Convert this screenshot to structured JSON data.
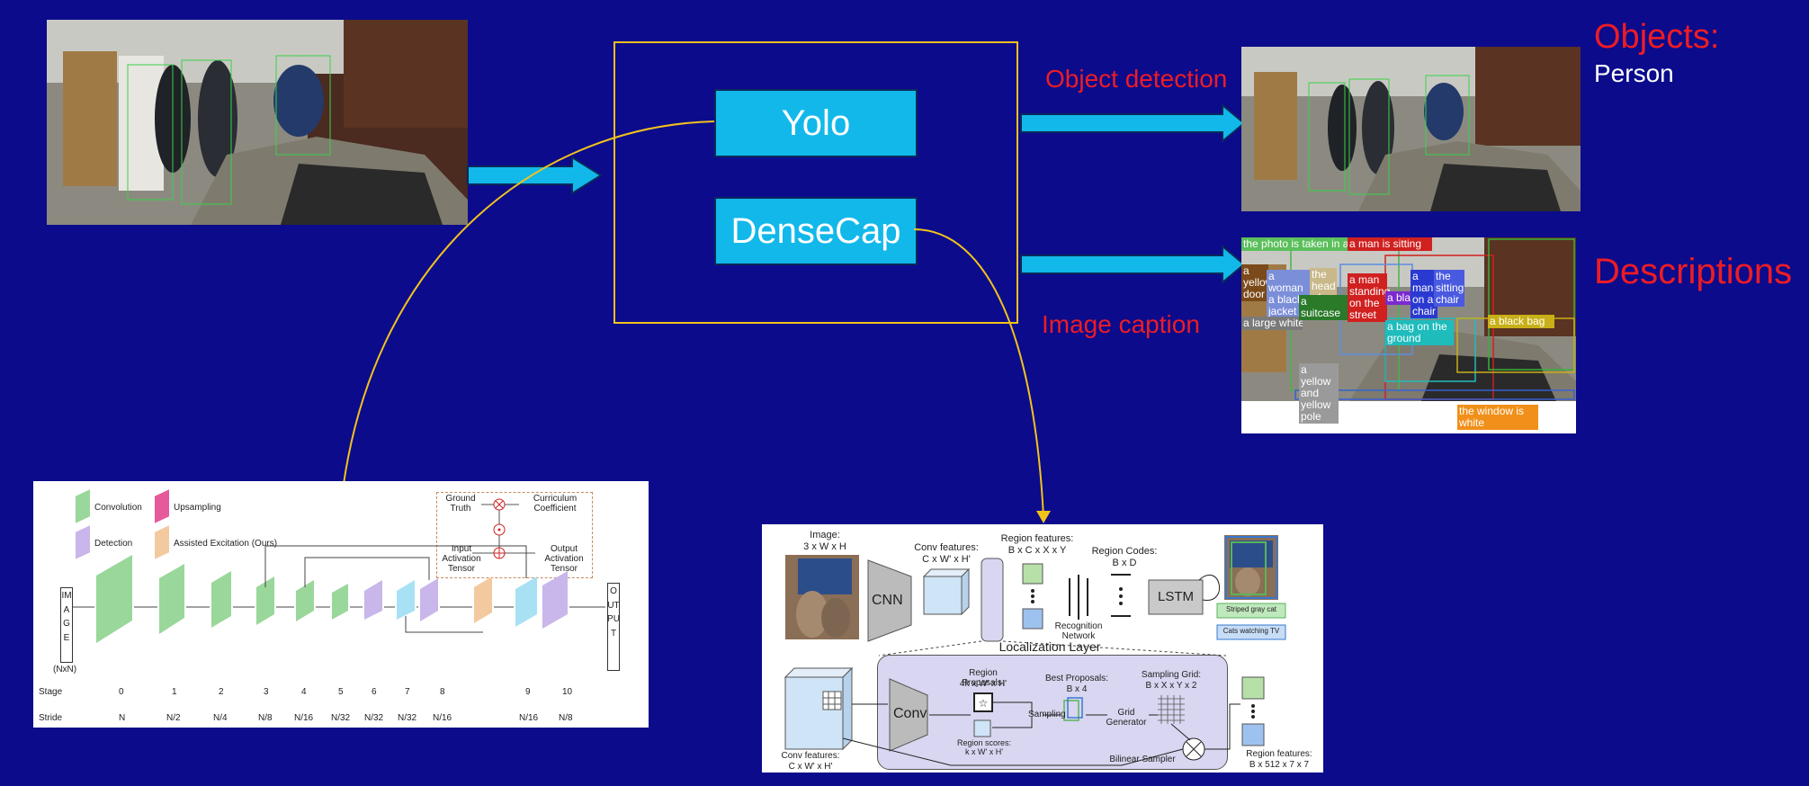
{
  "models": {
    "yolo": "Yolo",
    "densecap": "DenseCap"
  },
  "labels": {
    "object_detection": "Object detection",
    "image_caption": "Image caption",
    "objects_heading": "Objects:",
    "objects_value": "Person",
    "descriptions": "Descriptions"
  },
  "captions": [
    "the photo is taken in a",
    "a man is sitting",
    "a yellow door",
    "a woman a black jacket",
    "the head of a person",
    "a large white",
    "a suitcase",
    "a man standing on the street",
    "a black bag",
    "a man on a chair",
    "the sitting chair",
    "a black bag",
    "a bag on the ground",
    "a yellow and yellow pole",
    "the window is white"
  ],
  "yolo_net": {
    "legend": [
      "Convolution",
      "Upsampling",
      "Detection",
      "Assisted Excitation (Ours)"
    ],
    "inset": {
      "ground_truth": "Ground Truth",
      "curriculum": "Curriculum Coefficient",
      "input": "Input Activation Tensor",
      "output": "Output Activation Tensor"
    },
    "image_label": "IMAGE",
    "image_size": "(NxN)",
    "output_label": "OUTPUT",
    "stage_label": "Stage",
    "stride_label": "Stride",
    "stages": [
      "0",
      "1",
      "2",
      "3",
      "4",
      "5",
      "6",
      "7",
      "8",
      "9",
      "10"
    ],
    "strides": [
      "N",
      "N/2",
      "N/4",
      "N/8",
      "N/16",
      "N/32",
      "N/32",
      "N/32",
      "N/16",
      "N/16",
      "N/8"
    ]
  },
  "densecap_net": {
    "image": "Image:",
    "image_dim": "3 x W x H",
    "cnn": "CNN",
    "conv_features": "Conv features:",
    "conv_dim": "C x W' x H'",
    "region_features": "Region features:",
    "region_dim": "B x C x X x Y",
    "region_codes": "Region Codes:",
    "codes_dim": "B x D",
    "recognition": "Recognition Network",
    "lstm": "LSTM",
    "out1": "Striped gray cat",
    "out2": "Cats watching TV",
    "localization": "Localization Layer",
    "conv": "Conv",
    "region_proposals": "Region Proposals:",
    "proposals_dim": "4k x W' x H'",
    "region_scores": "Region scores:",
    "scores_dim": "k x W' x H'",
    "best_proposals": "Best Proposals:",
    "best_dim": "B x 4",
    "sampling": "Sampling",
    "grid_generator": "Grid Generator",
    "sampling_grid": "Sampling Grid:",
    "grid_dim": "B x X x Y x 2",
    "bilinear": "Bilinear Sampler",
    "conv_features2": "Conv features:",
    "conv_dim2": "C x W' x H'",
    "region_features2": "Region features:",
    "region_dim2": "B x 512 x 7 x 7"
  },
  "colors": {
    "background": "#0b0b8c",
    "cyan": "#12b8ea",
    "red_text": "#ee1c24",
    "connector": "#f2c21b"
  }
}
